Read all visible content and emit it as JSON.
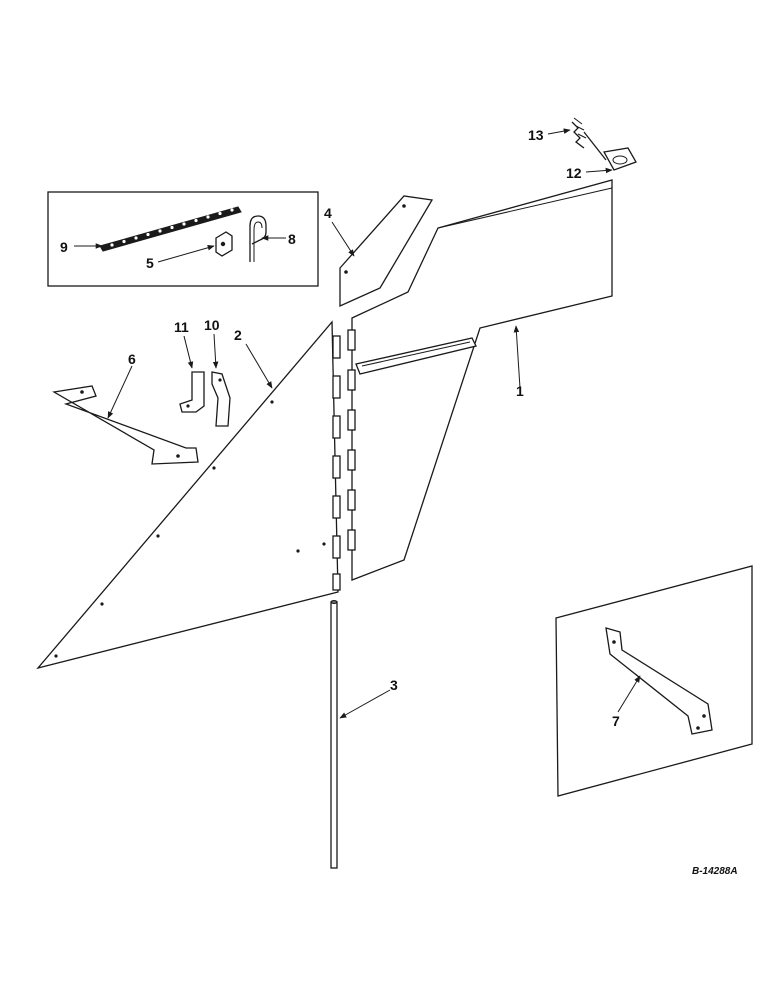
{
  "drawing_code": "B-14288A",
  "callouts": [
    {
      "id": "1",
      "label": "1"
    },
    {
      "id": "2",
      "label": "2"
    },
    {
      "id": "3",
      "label": "3"
    },
    {
      "id": "4",
      "label": "4"
    },
    {
      "id": "5",
      "label": "5"
    },
    {
      "id": "6",
      "label": "6"
    },
    {
      "id": "7",
      "label": "7"
    },
    {
      "id": "8",
      "label": "8"
    },
    {
      "id": "9",
      "label": "9"
    },
    {
      "id": "10",
      "label": "10"
    },
    {
      "id": "11",
      "label": "11"
    },
    {
      "id": "12",
      "label": "12"
    },
    {
      "id": "13",
      "label": "13"
    }
  ]
}
